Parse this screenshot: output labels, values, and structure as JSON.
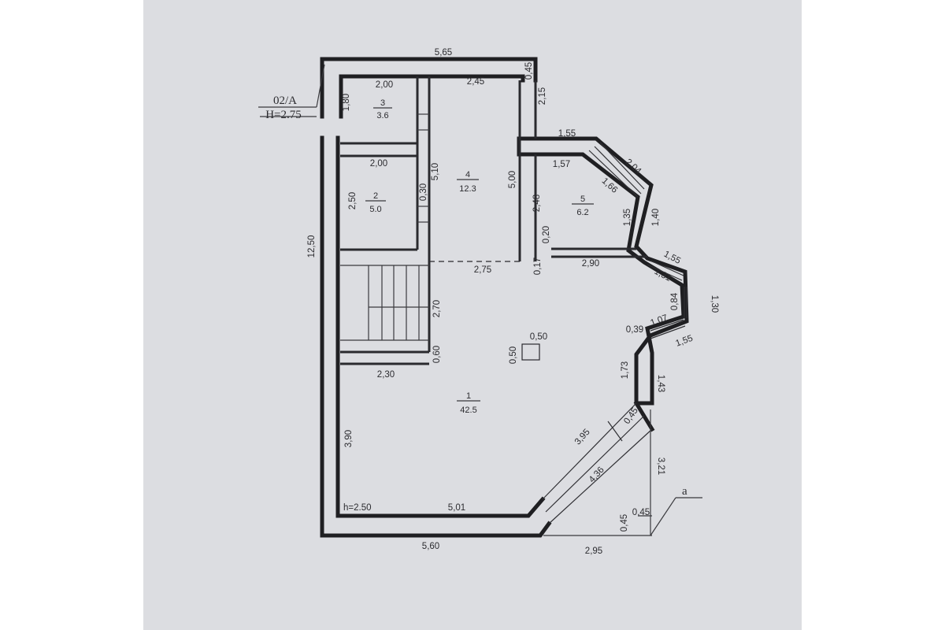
{
  "plan": {
    "sheet_ref": "02/A",
    "height_note": "H=2.75",
    "ceiling_note": "h=2.50",
    "marker": "a",
    "rooms": [
      {
        "number": "1",
        "area": "42.5"
      },
      {
        "number": "2",
        "area": "5.0"
      },
      {
        "number": "3",
        "area": "3.6"
      },
      {
        "number": "4",
        "area": "12.3"
      },
      {
        "number": "5",
        "area": "6.2"
      }
    ],
    "dimensions": {
      "top_total": "5,65",
      "top_right_stub": "0,45",
      "room3_width": "2,00",
      "room4_width": "2,45",
      "room3_height": "1,80",
      "right_stub": "2,15",
      "room2_width": "2,00",
      "room2_height": "2,50",
      "room2_gap": "0,30",
      "room4_height": "5,10",
      "room4_right": "5,00",
      "left_total": "12,50",
      "room5_top_wall": "1,55",
      "room5_top": "1,57",
      "room5_diag_outer": "2,04",
      "room5_diag_inner": "1,66",
      "room5_left": "2,48",
      "room5_right_outer": "1,40",
      "room5_right_inner": "1,35",
      "room5_small": "0,20",
      "room5_bottom": "2,90",
      "small_017": "0,17",
      "opening": "2,75",
      "bay_diag_outer": "1,55",
      "bay_diag_inner": "1,31",
      "bay_right_outer": "1,30",
      "bay_right_inner": "0,84",
      "bay_lower_inner": "1,07",
      "bay_lower_outer": "1,55",
      "bay_stub": "0,39",
      "stair_height": "2,70",
      "stair_gap": "0,60",
      "stair_width": "2,30",
      "col_w": "0,50",
      "col_h": "0,50",
      "right_inner_173": "1,73",
      "right_outer_143": "1,43",
      "right_045": "0,45",
      "diag_inner": "3,95",
      "diag_outer": "4,36",
      "right_321": "3,21",
      "bottom_045a": "0,45",
      "bottom_045b": "0,45",
      "left_lower": "3,90",
      "bottom_inner": "5,01",
      "bottom_total": "5,60",
      "bottom_right": "2,95"
    }
  }
}
